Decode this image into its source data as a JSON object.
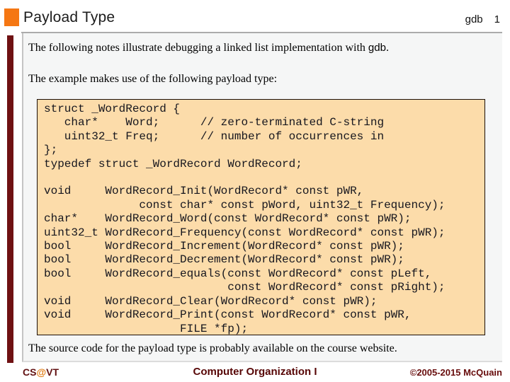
{
  "header": {
    "title": "Payload Type",
    "topic_tag": "gdb",
    "page_number": "1"
  },
  "intro": {
    "line1_prefix": "The following notes illustrate debugging a linked list implementation with ",
    "line1_code": "gdb",
    "line1_suffix": ".",
    "line2": "The example makes use of the following payload type:"
  },
  "code_block": {
    "language": "c",
    "lines": [
      "struct _WordRecord {",
      "   char*    Word;      // zero-terminated C-string",
      "   uint32_t Freq;      // number of occurrences in",
      "};",
      "typedef struct _WordRecord WordRecord;",
      "",
      "void     WordRecord_Init(WordRecord* const pWR,",
      "              const char* const pWord, uint32_t Frequency);",
      "char*    WordRecord_Word(const WordRecord* const pWR);",
      "uint32_t WordRecord_Frequency(const WordRecord* const pWR);",
      "bool     WordRecord_Increment(WordRecord* const pWR);",
      "bool     WordRecord_Decrement(WordRecord* const pWR);",
      "bool     WordRecord_equals(const WordRecord* const pLeft,",
      "                           const WordRecord* const pRight);",
      "void     WordRecord_Clear(WordRecord* const pWR);",
      "void     WordRecord_Print(const WordRecord* const pWR,",
      "                    FILE *fp);"
    ]
  },
  "note": "The source code for the payload type is probably available on the course website.",
  "footer": {
    "left_cs": "CS",
    "left_at": "@",
    "left_vt": "VT",
    "center": "Computer Organization I",
    "right": "©2005-2015 McQuain"
  },
  "colors": {
    "accent_orange": "#f57713",
    "sidebar_maroon": "#6f1113",
    "code_background": "#fcdcaa",
    "footer_maroon": "#611011"
  }
}
